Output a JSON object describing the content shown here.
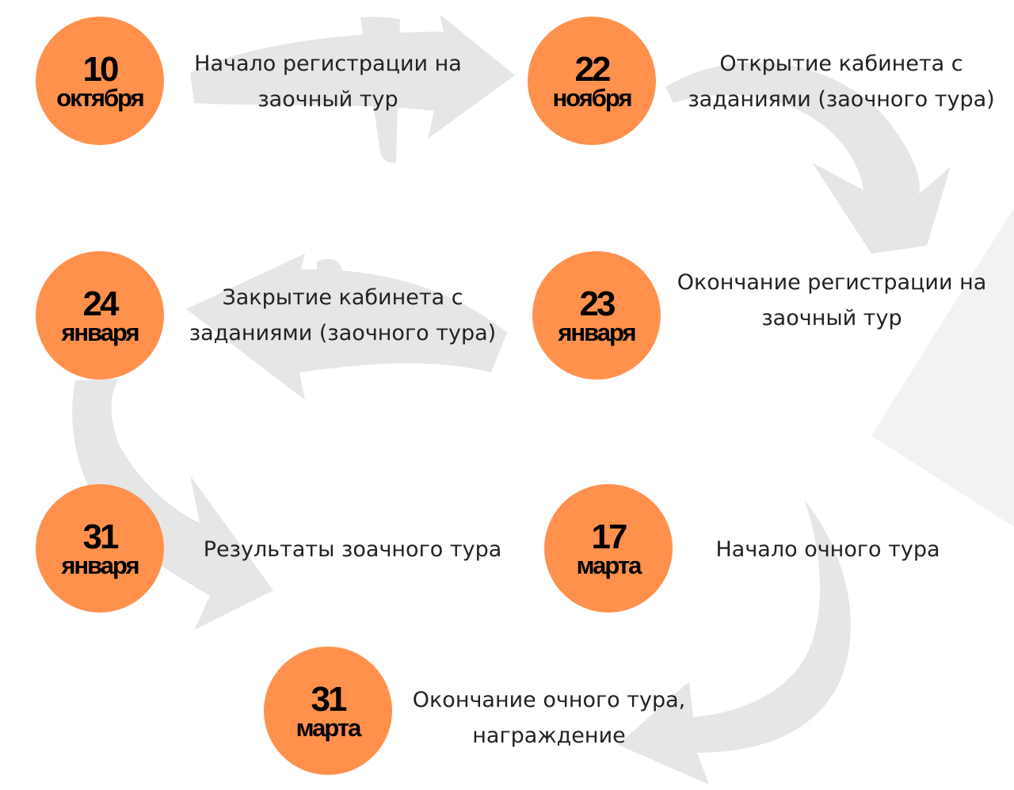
{
  "colors": {
    "circle_fill": "#FF914D",
    "arrow_fill": "#E6E6E6",
    "text": "#222222"
  },
  "milestones": [
    {
      "day": "10",
      "month": "октября",
      "text_lines": [
        "Начало регистрации на",
        "заочный тур"
      ]
    },
    {
      "day": "22",
      "month": "ноября",
      "text_lines": [
        "Открытие кабинета с",
        "заданиями (заочного тура)"
      ]
    },
    {
      "day": "24",
      "month": "января",
      "text_lines": [
        "Закрытие кабинета с",
        "заданиями (заочного тура)"
      ]
    },
    {
      "day": "23",
      "month": "января",
      "text_lines": [
        "Окончание регистрации на",
        "заочный тур"
      ]
    },
    {
      "day": "31",
      "month": "января",
      "text_lines": [
        "Результаты зоачного тура"
      ]
    },
    {
      "day": "17",
      "month": "марта",
      "text_lines": [
        "Начало очного тура"
      ]
    },
    {
      "day": "31",
      "month": "марта",
      "text_lines": [
        "Окончание очного тура,",
        "награждение"
      ]
    }
  ]
}
